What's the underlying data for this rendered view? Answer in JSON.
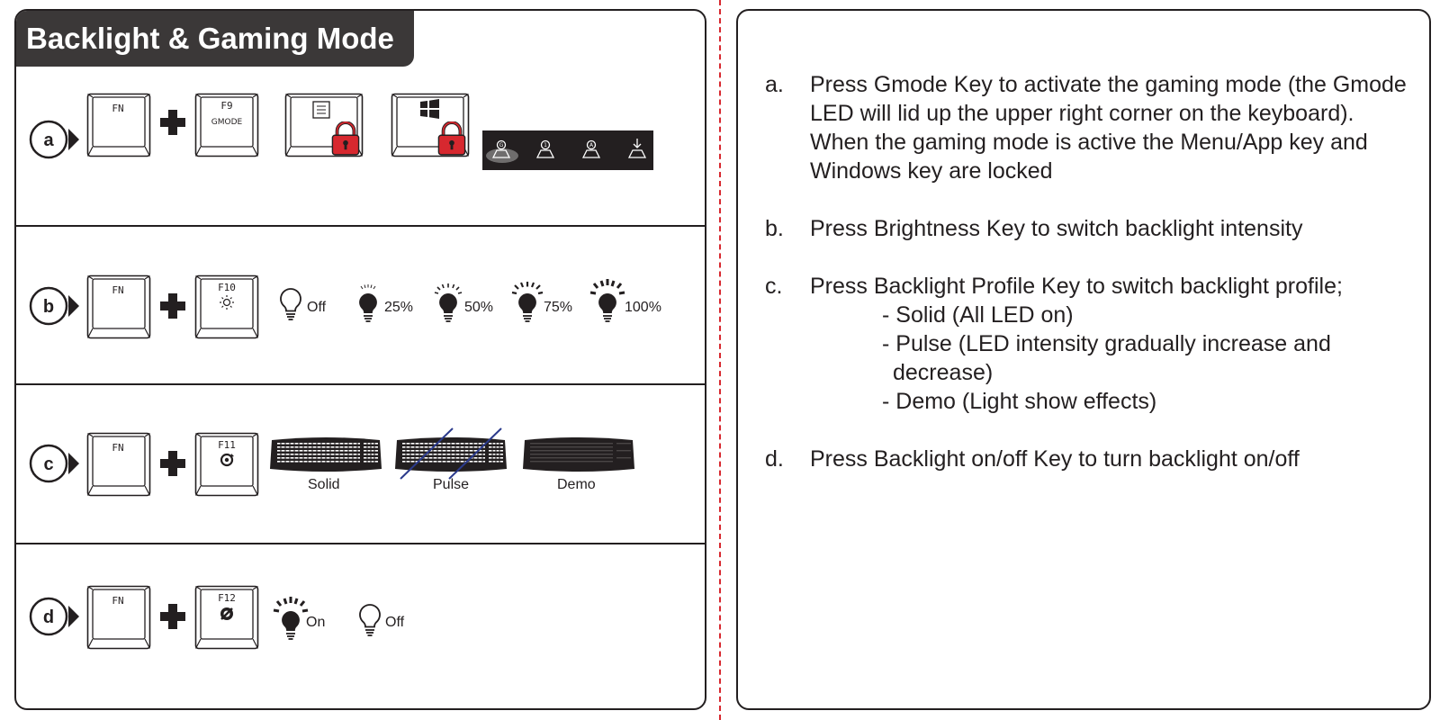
{
  "title": "Backlight & Gaming Mode",
  "colors": {
    "title_bg": "#3b3838",
    "divider": "#d7282f",
    "lock": "#d7282f",
    "ink": "#231f20"
  },
  "rows": [
    {
      "letter": "a",
      "fn_key": "FN",
      "f_key_top": "F9",
      "f_key_bottom": "GMODE",
      "extra_icons": [
        "menu-key-lock-icon",
        "windows-key-lock-icon",
        "gmode-led-strip"
      ]
    },
    {
      "letter": "b",
      "fn_key": "FN",
      "f_key_top": "F10",
      "f_key_icon": "brightness-icon",
      "levels": [
        "Off",
        "25%",
        "50%",
        "75%",
        "100%"
      ]
    },
    {
      "letter": "c",
      "fn_key": "FN",
      "f_key_top": "F11",
      "f_key_icon": "profile-icon",
      "profiles": [
        "Solid",
        "Pulse",
        "Demo"
      ]
    },
    {
      "letter": "d",
      "fn_key": "FN",
      "f_key_top": "F12",
      "f_key_icon": "backlight-toggle-icon",
      "states": [
        "On",
        "Off"
      ]
    }
  ],
  "instructions": {
    "a": {
      "letter": "a.",
      "text": "Press Gmode Key to activate the gaming mode (the Gmode LED will lid up the upper right corner on the keyboard). When the gaming mode is active the Menu/App key and Windows key are locked"
    },
    "b": {
      "letter": "b.",
      "text": "Press Brightness Key to switch backlight intensity"
    },
    "c": {
      "letter": "c.",
      "text": "Press Backlight Profile Key to switch backlight profile;",
      "subs": [
        "- Solid  (All LED on)",
        "- Pulse (LED intensity gradually increase and",
        "decrease)",
        "- Demo (Light show effects)"
      ]
    },
    "d": {
      "letter": "d.",
      "text": "Press Backlight on/off Key to turn backlight on/off"
    }
  }
}
